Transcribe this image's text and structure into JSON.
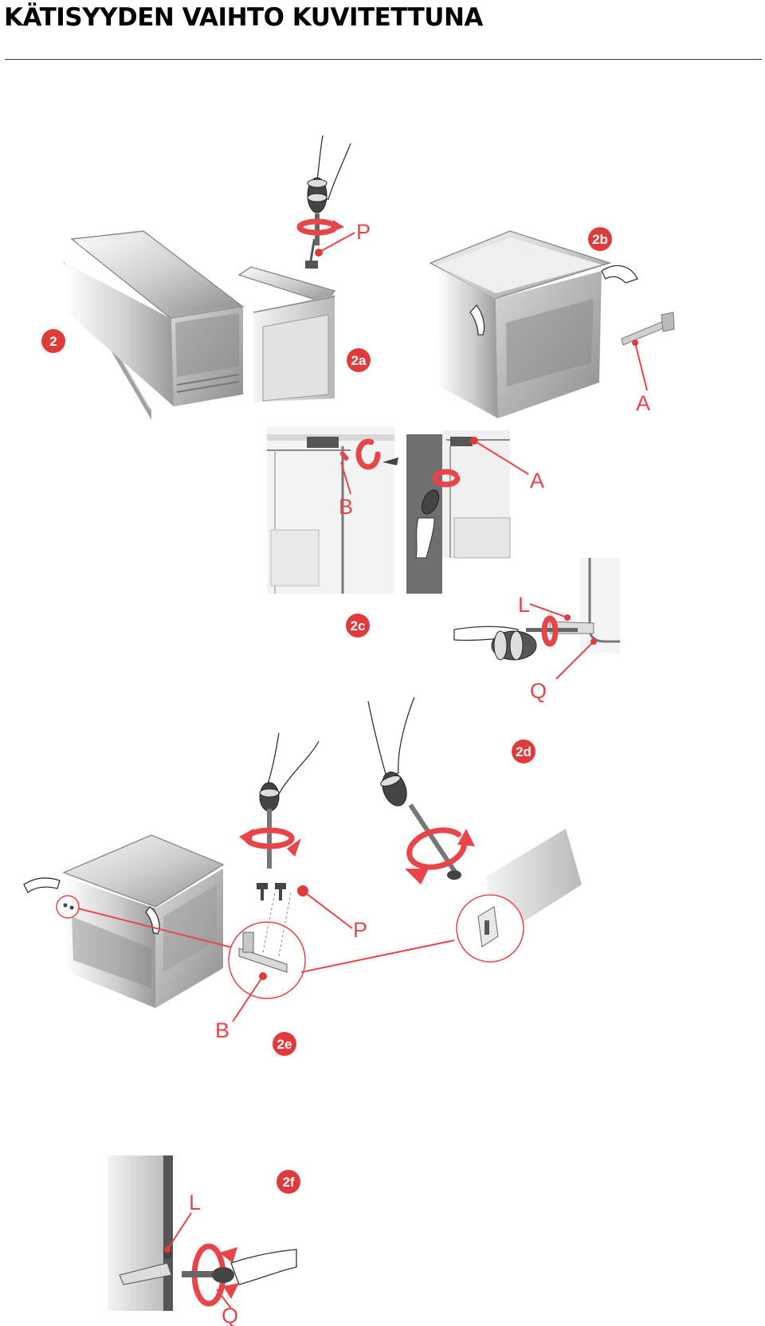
{
  "document": {
    "title": "KÄTISYYDEN VAIHTO KUVITETTUNA"
  },
  "figures": {
    "badges": [
      "2",
      "2a",
      "2b",
      "2c",
      "2d",
      "2e",
      "2f"
    ],
    "labels": {
      "p_top": "P",
      "a_right": "A",
      "a_mid": "A",
      "b_mid": "B",
      "l_mid": "L",
      "q_mid": "Q",
      "p_bottom": "P",
      "b_bottom": "B",
      "l_bottom": "L",
      "q_bottom": "Q"
    },
    "colors": {
      "accent": "#e8454a",
      "badge": "#e03a3a",
      "appliance_light": "#f2f2f2",
      "appliance_dark": "#9c9c9c"
    }
  }
}
